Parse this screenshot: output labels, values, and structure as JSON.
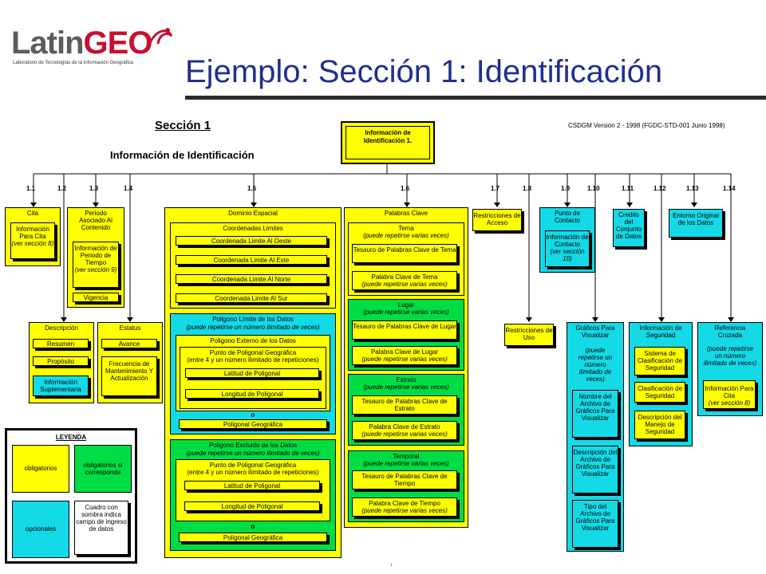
{
  "logo": {
    "wordmark_a": "Latin",
    "wordmark_b": "GEO",
    "subtitle": "Laboratorio de Tecnologías de la Información Geográfica"
  },
  "title": "Ejemplo: Sección 1: Identificación",
  "section": "Sección 1",
  "subtitle": "Información de Identificación",
  "version": "CSDGM Versión 2 - 1998 (FGDC-STD-001 Junio 1998)",
  "root": "Información de Identificación 1.",
  "numbers": [
    "1.1",
    "1.2",
    "1.3",
    "1.4",
    "1.5",
    "1.6",
    "1.7",
    "1.8",
    "1.9",
    "1.10",
    "1.11",
    "1.12",
    "1.13",
    "1.14"
  ],
  "cita": {
    "title": "Cita",
    "inner": "Información Para Cita",
    "note": "(ver sección 8)"
  },
  "periodo": {
    "title": "Periodo Asociado Al Contenido",
    "inner": "Información de Periodo de Tiempo",
    "note": "(ver sección 9)",
    "vig": "Vigencia"
  },
  "descripcion": {
    "title": "Descripción",
    "a": "Resumen",
    "b": "Propósito",
    "c": "Información Suplementaria"
  },
  "estatus": {
    "title": "Estatus",
    "a": "Avance",
    "b": "Frecuencia de Mantenimiento Y Actualización"
  },
  "dominio": {
    "title": "Dominio Espacial",
    "coord": {
      "title": "Coordenadas Limites",
      "items": [
        "Coordenada Limite Al Oeste",
        "Coordenada Limite Al Este",
        "Coordenada Limite Al Norte",
        "Coordenada Limite Al Sur"
      ]
    },
    "pol": {
      "title": "Poligono Límite de los Datos",
      "note": "(puede repetirse un número ilimitado de veces)",
      "ext": {
        "title": "Poligono Externo de los Datos",
        "punto": "Punto de Poligonal Geográfica",
        "pnote": "(entre 4 y un número ilimitado de repeticiones)",
        "lat": "Latitud de Poligonal",
        "lon": "Longitud de Poligonal"
      },
      "o": "o",
      "pg": "Poligonal Geográfica"
    },
    "exc": {
      "title": "Poligono Excluido de los Datos",
      "note": "(puede repetirse un número ilimitado de veces)",
      "punto": "Punto de Poligonal Geográfica",
      "pnote": "(entre 4 y un número ilimitado de repeticiones)",
      "lat": "Latitud de Poligonal",
      "lon": "Longitud de Poligonal",
      "o": "o",
      "pg": "Poligonal Geográfica"
    }
  },
  "palabras": {
    "title": "Palabras Clave",
    "tema": {
      "title": "Tema",
      "note": "(puede repetirse varias veces)",
      "tes": "Tesauro de Palabras Clave de Tema",
      "pal": "Palabra Clave de Tema",
      "pnote": "(puede repetirse varias veces)"
    },
    "lugar": {
      "title": "Lugar",
      "note": "(puede repetirse varias veces)",
      "tes": "Tesauro de Palabras Clave de Lugar",
      "pal": "Palabra Clave de Lugar",
      "pnote": "(puede repetirse varias veces)"
    },
    "estrato": {
      "title": "Estrato",
      "note": "(puede repetirse varias veces)",
      "tes": "Tesauro de Palabras Clave de Estrato",
      "pal": "Palabra Clave de Estrato",
      "pnote": "(puede repetirse varias veces)"
    },
    "temporal": {
      "title": "Temporal",
      "note": "(puede repetirse varias veces)",
      "tes": "Tesauro de Palabras Clave de Tiempo",
      "pal": "Palabra Clave de Tiempo",
      "pnote": "(puede repetirse varias veces)"
    }
  },
  "restacceso": "Restricciones de Acceso",
  "restuso": "Restricciones de Uso",
  "punto": {
    "title": "Punto de Contacto",
    "inner": "Información de Contacto",
    "note": "(ver sección 10)"
  },
  "credito": "Credito del Conjunto de Datos",
  "entorno": "Entorno Original de los Datos",
  "graficos": {
    "title": "Gráficos Para Visualizar",
    "note": "(puede repetirse un número ilimitado de veces)",
    "a": "Nombre del Archivo de Gráficos Para Visualizar",
    "b": "Descripción del Archivo de Gráficos Para Visualizar",
    "c": "Tipo del Archivo de Gráficos Para Visualizar"
  },
  "seguridad": {
    "title": "Información de Seguridad",
    "a": "Sistema de Clasificación de Seguridad",
    "b": "Clasificación de Seguridad",
    "c": "Descripción del Manejo de Seguridad"
  },
  "referencia": {
    "title": "Referencia Cruzada",
    "note": "(puede repetirse un número ilimitado de veces)",
    "inner": "Información Para Cita",
    "inote": "(ver sección 8)"
  },
  "leyenda": {
    "title": "LEYENDA",
    "a": "obligatorios",
    "b": "obligatorios si corresponde",
    "c": "opcionales",
    "d": "Cuadro con sombra indica campo de ingreso de datos"
  },
  "colors": {
    "mandatory": "#ffff00",
    "conditional": "#00dd44",
    "optional": "#14d9e6",
    "title": "#1f2f8f",
    "logo_red": "#c8102e"
  },
  "footer_mark": "ı"
}
